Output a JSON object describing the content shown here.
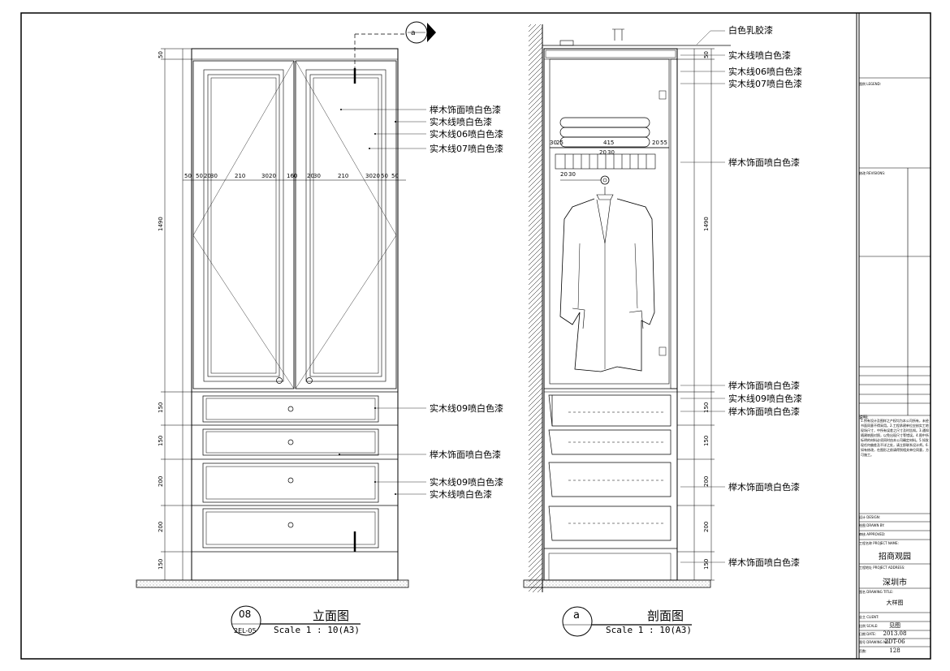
{
  "elevation": {
    "section_marker": "a",
    "door_dims": [
      "50",
      "50",
      "20",
      "30",
      "210",
      "30",
      "20",
      "160",
      "20",
      "30",
      "210",
      "30",
      "20",
      "50",
      "50"
    ],
    "left_dims": [
      "50",
      "1490",
      "150",
      "150",
      "200",
      "200",
      "150"
    ],
    "callouts": [
      "榉木饰面喷白色漆",
      "实木线喷白色漆",
      "实木线06喷白色漆",
      "实木线07喷白色漆",
      "实木线09喷白色漆",
      "榉木饰面喷白色漆",
      "实木线09喷白色漆",
      "实木线喷白色漆"
    ],
    "title_number": "08",
    "title_ref": "2EL-05",
    "title": "立面图",
    "scale": "Scale 1 : 10(A3)"
  },
  "section": {
    "callouts": [
      "白色乳胶漆",
      "实木线喷白色漆",
      "实木线06喷白色漆",
      "实木线07喷白色漆",
      "榉木饰面喷白色漆",
      "榉木饰面喷白色漆",
      "实木线09喷白色漆",
      "榉木饰面喷白色漆",
      "榉木饰面喷白色漆",
      "榉木饰面喷白色漆"
    ],
    "shelf_dims": [
      "30",
      "25",
      "415",
      "20",
      "55"
    ],
    "shelf_dims2": [
      "20",
      "30",
      "20",
      "30"
    ],
    "right_dims": [
      "50",
      "1490",
      "150",
      "150",
      "200",
      "200",
      "150"
    ],
    "title_marker": "a",
    "title": "剖面图",
    "scale": "Scale 1 : 10(A3)"
  },
  "titleblock": {
    "legend_label": "图例 LEGEND:",
    "revision_label": "修改 REVISIONS:",
    "notes_label": "说明:",
    "notes_text": "1.所有设计及图样之产权均为本公司所有，未经书面同意不得采用。2.工程承建单位应核实工地现场尺寸，中所有误差之尺寸及时告知。3.通知随建筑图对照，以免出现尺寸等错误。4.图中所标明的材料必须同时由本公司确定材料。5.如发现任何偏差及不详之处，请立即联系设计师。6.如有修改，在图形之前请得到相关单位同意，方可施工。",
    "designer_label": "设计 DESIGN:",
    "drawn_label": "绘图 DRAWN BY:",
    "checked_label": "审核 APPROVED:",
    "project_label": "工程名称 PROJECT NAME:",
    "project_name": "招商观园",
    "address_label": "工程地址 PROJECT ADDRESS:",
    "address": "深圳市",
    "drawing_title_label": "图名 DRAWING TITLE:",
    "drawing_title": "大样图",
    "client_label": "业主 CLIENT:",
    "scale_label": "比例 SCALE:",
    "scale_value": "见图",
    "date_label": "日期 DATE:",
    "date_value": "2013.08",
    "drawing_no_label": "图号 DRAWING NO:",
    "drawing_no": "2DT-06",
    "page_label": "页数:",
    "page_no": "128"
  }
}
